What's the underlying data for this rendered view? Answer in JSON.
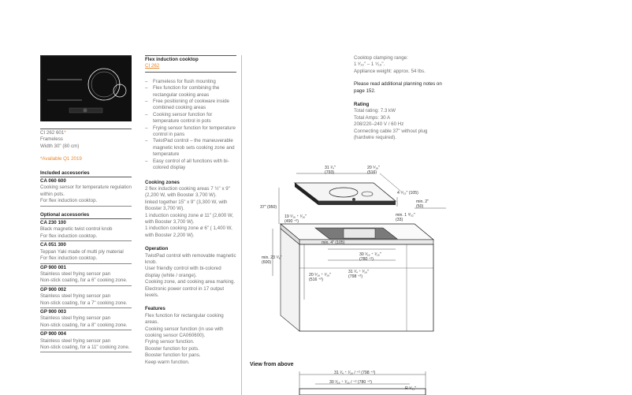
{
  "product": {
    "model": "CI 262 601",
    "model_asterisk": "*",
    "finish": "Frameless",
    "width": "Width 30\" (80 cm)",
    "availability": "*Available Q1 2019"
  },
  "accessories": {
    "included_title": "Included accessories",
    "included": [
      {
        "code": "CA 060 600",
        "desc": "Cooking sensor for temperature regulation within pots.",
        "note": "For flex induction cooktop."
      }
    ],
    "optional_title": "Optional accessories",
    "optional": [
      {
        "code": "CA 230 100",
        "desc": "Black magnetic twist control knob",
        "note": "For flex induction cooktop."
      },
      {
        "code": "CA 051 300",
        "desc": "Teppan Yaki made of multi ply material",
        "note": "For flex induction cooktop."
      },
      {
        "code": "GP 900 001",
        "desc": "Stainless steel frying sensor pan",
        "note": "Non-stick coating, for a 6\" cooking zone."
      },
      {
        "code": "GP 900 002",
        "desc": "Stainless steel frying sensor pan",
        "note": "Non-stick coating, for a 7\" cooking zone."
      },
      {
        "code": "GP 900 003",
        "desc": "Stainless steel frying sensor pan",
        "note": "Non-stick coating, for a 8\" cooking zone."
      },
      {
        "code": "GP 900 004",
        "desc": "Stainless steel frying sensor pan",
        "note": "Non-stick coating, for a 11\" cooking zone."
      }
    ]
  },
  "overview": {
    "title": "Flex induction cooktop",
    "model_link": "CI 262",
    "features": [
      "Frameless for flush mounting",
      "Flex function for combining the rectangular cooking areas",
      "Free positioning of cookware inside combined cooking areas",
      "Cooking sensor function for temperature control in pots",
      "Frying sensor function for temperature control in pans",
      "TwistPad control – the maneuverable magnetic knob sets cooking zone and temperature",
      "Easy control of all functions with bi-colored display"
    ],
    "cooking_zones_title": "Cooking zones",
    "cooking_zones": [
      "2 flex induction cooking areas 7 ½\" x 9\" (2,200 W, with Booster 3,700 W).",
      "linked together 15\" x 9\" (3,300 W, with Booster 3,700 W).",
      "1 induction cooking zone ø 11\" (2,600 W, with Booster 3,700 W).",
      "1 induction cooking zone ø 6\" ( 1,400 W, with Booster 2,200 W)."
    ],
    "operation_title": "Operation",
    "operation": [
      "TwistPad control with removable magnetic knob.",
      "User friendly control with bi-colored display (white / orange).",
      "Cooking zone, and cooking area marking.",
      "Electronic power control in 17 output levels."
    ],
    "features_title": "Features",
    "features_list": [
      "Flex function for rectangular cooking areas.",
      "Cooking sensor function (in use with cooking sensor CA060600).",
      "Frying sensor function.",
      "Booster function for pots.",
      "Booster function for pans.",
      "Keep warm function."
    ]
  },
  "specs": {
    "clamping_range_label": "Cooktop clamping range:",
    "clamping_range_value": "1 ³⁄₁₆\" – 1 ⁹⁄₁₆\".",
    "weight": "Appliance weight: approx. 54 lbs.",
    "planning_notes": "Please read additional planning notes on page 152.",
    "rating_title": "Rating",
    "rating": [
      "Total rating: 7.3 kW",
      "Total Amps: 30 A",
      "208/220–240 V / 60 Hz",
      "Connecting cable 37\" without plug (hardwire required)."
    ]
  },
  "drawing": {
    "dims": [
      "31 ¹⁄₄\"",
      "(793)",
      "20 ⁵⁄₁₆\"",
      "(516)",
      "4 ⁵⁄₃₂\" (105)",
      "37\" (950)",
      "19 ⁵⁄₁₆ ⁺ ¹⁄₁₆\"",
      "(490 ⁺²)",
      "min. 2\"",
      "(50)",
      "min. 1 ⁹⁄₃₂\"",
      "(33)",
      "min. 4\" (105)",
      "min. 23 ⁵⁄₈\"",
      "(600)",
      "30 ¹⁄₁₆ ⁺ ¹⁄₁₆\"",
      "(780 ⁺²)",
      "31 ¹⁄₄ ⁺ ¹⁄₁₆\"",
      "(798 ⁺²)",
      "20 ⁵⁄₁₆ ⁺ ¹⁄₁₆\"",
      "(516 ⁺²)"
    ],
    "view_from_above": "View from above",
    "top_dims": [
      "31 ¹⁄₄ ⁺ ¹⁄₁₆ / ⁺² (798 ⁺²)",
      "30 ¹⁄₁₆ ⁺ ¹⁄₁₆ / ⁺² (780 ⁺²)",
      "R ⁵⁄₃₂\""
    ]
  }
}
